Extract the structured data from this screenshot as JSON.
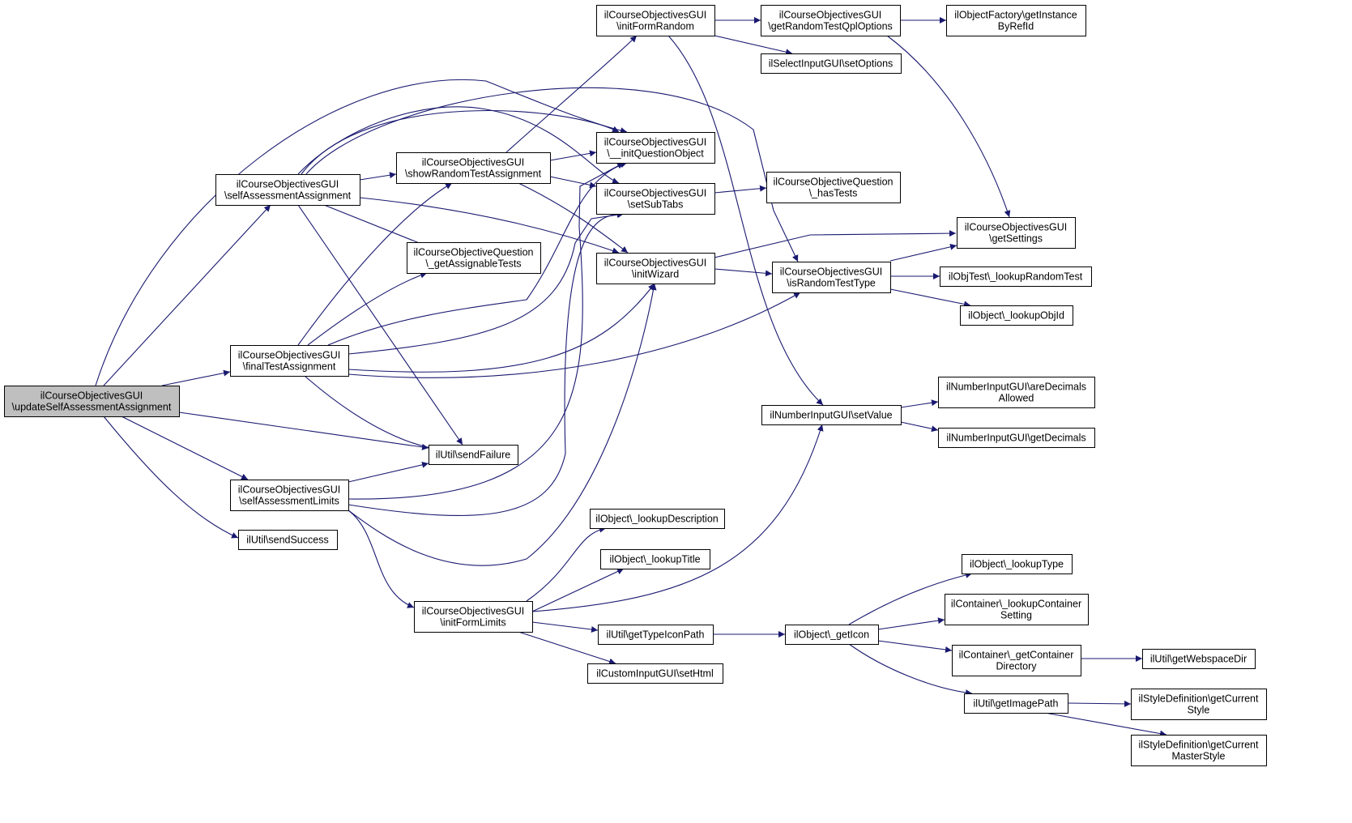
{
  "diagram": {
    "colors": {
      "edge": "#191970",
      "node_border": "#000000",
      "root_fill": "#bfbfbf",
      "node_fill": "#ffffff"
    },
    "nodes": {
      "root": [
        "ilCourseObjectivesGUI",
        "\\updateSelfAssessmentAssignment"
      ],
      "selfAssessmentAssignment": [
        "ilCourseObjectivesGUI",
        "\\selfAssessmentAssignment"
      ],
      "finalTestAssignment": [
        "ilCourseObjectivesGUI",
        "\\finalTestAssignment"
      ],
      "selfAssessmentLimits": [
        "ilCourseObjectivesGUI",
        "\\selfAssessmentLimits"
      ],
      "sendSuccess": [
        "ilUtil\\sendSuccess"
      ],
      "showRandomTestAssignment": [
        "ilCourseObjectivesGUI",
        "\\showRandomTestAssignment"
      ],
      "getAssignableTests": [
        "ilCourseObjectiveQuestion",
        "\\_getAssignableTests"
      ],
      "sendFailure": [
        "ilUtil\\sendFailure"
      ],
      "initFormLimits": [
        "ilCourseObjectivesGUI",
        "\\initFormLimits"
      ],
      "initFormRandom": [
        "ilCourseObjectivesGUI",
        "\\initFormRandom"
      ],
      "initQuestionObject": [
        "ilCourseObjectivesGUI",
        "\\__initQuestionObject"
      ],
      "setSubTabs": [
        "ilCourseObjectivesGUI",
        "\\setSubTabs"
      ],
      "initWizard": [
        "ilCourseObjectivesGUI",
        "\\initWizard"
      ],
      "lookupDescription": [
        "ilObject\\_lookupDescription"
      ],
      "lookupTitle": [
        "ilObject\\_lookupTitle"
      ],
      "getTypeIconPath": [
        "ilUtil\\getTypeIconPath"
      ],
      "setHtml": [
        "ilCustomInputGUI\\setHtml"
      ],
      "getRandomTestQplOptions": [
        "ilCourseObjectivesGUI",
        "\\getRandomTestQplOptions"
      ],
      "setOptions": [
        "ilSelectInputGUI\\setOptions"
      ],
      "hasTests": [
        "ilCourseObjectiveQuestion",
        "\\_hasTests"
      ],
      "isRandomTestType": [
        "ilCourseObjectivesGUI",
        "\\isRandomTestType"
      ],
      "setValue": [
        "ilNumberInputGUI\\setValue"
      ],
      "getIcon": [
        "ilObject\\_getIcon"
      ],
      "getInstanceByRefId": [
        "ilObjectFactory\\getInstance",
        "ByRefId"
      ],
      "getSettings": [
        "ilCourseObjectivesGUI",
        "\\getSettings"
      ],
      "lookupRandomTest": [
        "ilObjTest\\_lookupRandomTest"
      ],
      "lookupObjId": [
        "ilObject\\_lookupObjId"
      ],
      "areDecimalsAllowed": [
        "ilNumberInputGUI\\areDecimals",
        "Allowed"
      ],
      "getDecimals": [
        "ilNumberInputGUI\\getDecimals"
      ],
      "lookupType": [
        "ilObject\\_lookupType"
      ],
      "lookupContainerSetting": [
        "ilContainer\\_lookupContainer",
        "Setting"
      ],
      "getContainerDirectory": [
        "ilContainer\\_getContainer",
        "Directory"
      ],
      "getImagePath": [
        "ilUtil\\getImagePath"
      ],
      "getWebspaceDir": [
        "ilUtil\\getWebspaceDir"
      ],
      "getCurrentStyle": [
        "ilStyleDefinition\\getCurrent",
        "Style"
      ],
      "getCurrentMasterStyle": [
        "ilStyleDefinition\\getCurrent",
        "MasterStyle"
      ]
    },
    "edges": [
      [
        "root",
        "selfAssessmentAssignment"
      ],
      [
        "root",
        "finalTestAssignment"
      ],
      [
        "root",
        "selfAssessmentLimits"
      ],
      [
        "root",
        "sendSuccess"
      ],
      [
        "root",
        "sendFailure"
      ],
      [
        "root",
        "initQuestionObject"
      ],
      [
        "selfAssessmentAssignment",
        "showRandomTestAssignment"
      ],
      [
        "selfAssessmentAssignment",
        "getAssignableTests"
      ],
      [
        "selfAssessmentAssignment",
        "sendFailure"
      ],
      [
        "selfAssessmentAssignment",
        "initQuestionObject"
      ],
      [
        "selfAssessmentAssignment",
        "setSubTabs"
      ],
      [
        "selfAssessmentAssignment",
        "initWizard"
      ],
      [
        "selfAssessmentAssignment",
        "isRandomTestType"
      ],
      [
        "finalTestAssignment",
        "showRandomTestAssignment"
      ],
      [
        "finalTestAssignment",
        "getAssignableTests"
      ],
      [
        "finalTestAssignment",
        "sendFailure"
      ],
      [
        "finalTestAssignment",
        "initQuestionObject"
      ],
      [
        "finalTestAssignment",
        "setSubTabs"
      ],
      [
        "finalTestAssignment",
        "initWizard"
      ],
      [
        "finalTestAssignment",
        "isRandomTestType"
      ],
      [
        "selfAssessmentLimits",
        "sendFailure"
      ],
      [
        "selfAssessmentLimits",
        "initFormLimits"
      ],
      [
        "selfAssessmentLimits",
        "initQuestionObject"
      ],
      [
        "selfAssessmentLimits",
        "setSubTabs"
      ],
      [
        "selfAssessmentLimits",
        "initWizard"
      ],
      [
        "showRandomTestAssignment",
        "initFormRandom"
      ],
      [
        "showRandomTestAssignment",
        "initQuestionObject"
      ],
      [
        "showRandomTestAssignment",
        "setSubTabs"
      ],
      [
        "showRandomTestAssignment",
        "initWizard"
      ],
      [
        "initFormLimits",
        "lookupDescription"
      ],
      [
        "initFormLimits",
        "lookupTitle"
      ],
      [
        "initFormLimits",
        "getTypeIconPath"
      ],
      [
        "initFormLimits",
        "setHtml"
      ],
      [
        "initFormLimits",
        "setValue"
      ],
      [
        "initFormRandom",
        "getRandomTestQplOptions"
      ],
      [
        "initFormRandom",
        "setOptions"
      ],
      [
        "initFormRandom",
        "setValue"
      ],
      [
        "getRandomTestQplOptions",
        "getInstanceByRefId"
      ],
      [
        "getRandomTestQplOptions",
        "getSettings"
      ],
      [
        "setSubTabs",
        "hasTests"
      ],
      [
        "initWizard",
        "isRandomTestType"
      ],
      [
        "initWizard",
        "getSettings"
      ],
      [
        "isRandomTestType",
        "getSettings"
      ],
      [
        "isRandomTestType",
        "lookupRandomTest"
      ],
      [
        "isRandomTestType",
        "lookupObjId"
      ],
      [
        "setValue",
        "areDecimalsAllowed"
      ],
      [
        "setValue",
        "getDecimals"
      ],
      [
        "getTypeIconPath",
        "getIcon"
      ],
      [
        "getIcon",
        "lookupType"
      ],
      [
        "getIcon",
        "lookupContainerSetting"
      ],
      [
        "getIcon",
        "getContainerDirectory"
      ],
      [
        "getIcon",
        "getImagePath"
      ],
      [
        "getContainerDirectory",
        "getWebspaceDir"
      ],
      [
        "getImagePath",
        "getCurrentStyle"
      ],
      [
        "getImagePath",
        "getCurrentMasterStyle"
      ]
    ]
  }
}
